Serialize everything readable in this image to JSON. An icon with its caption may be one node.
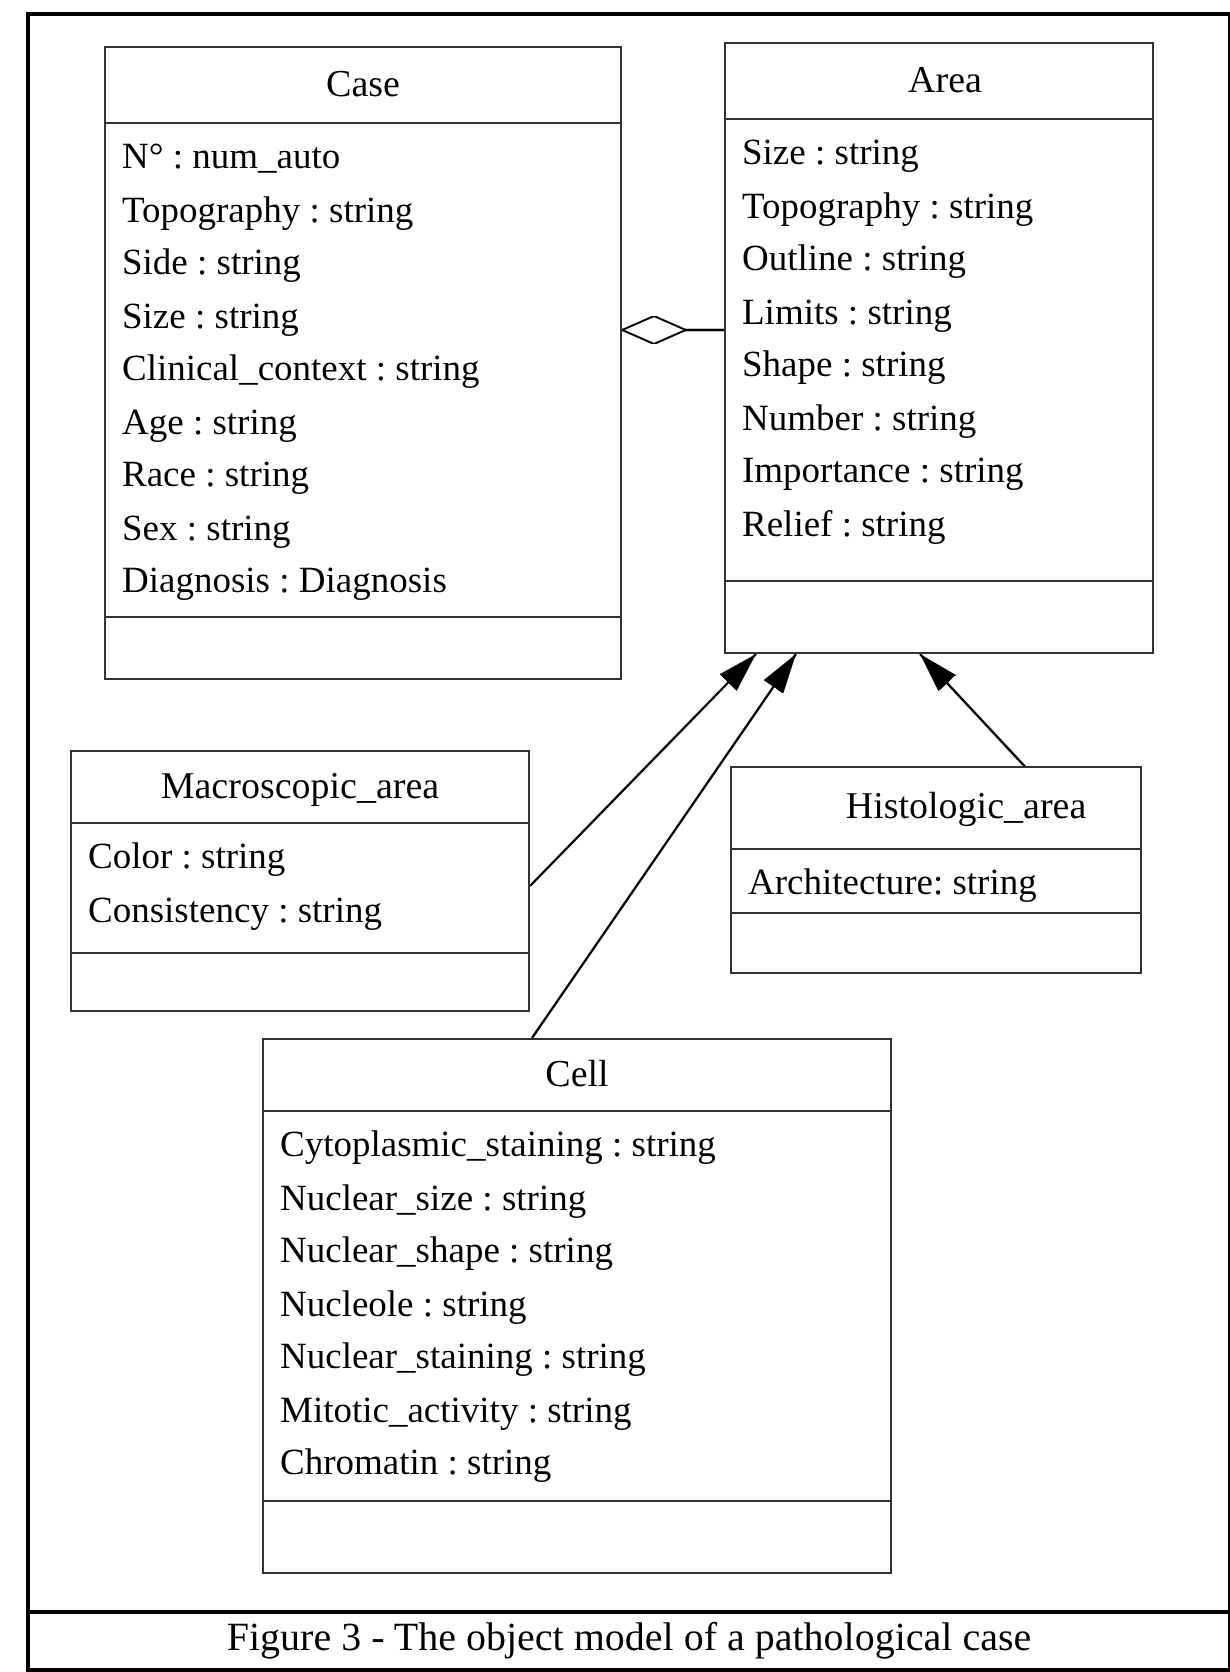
{
  "diagram": {
    "caption": "Figure 3 - The object model of a pathological case",
    "nodes": [
      {
        "text": [
          "Case",
          "N° : num_auto",
          "Topography : string",
          "Side : string",
          "Size : string",
          "Clinical_context : string",
          "Age : string",
          "Race : string",
          "Sex : string",
          "Diagnosis : Diagnosis"
        ]
      },
      {
        "text": [
          "Area",
          "Size : string",
          "Topography : string",
          "Outline : string",
          "Limits : string",
          "Shape : string",
          "Number : string",
          "Importance : string",
          "Relief : string"
        ]
      },
      {
        "text": [
          "Macroscopic_area",
          "Color : string",
          "Consistency : string"
        ]
      },
      {
        "text": [
          "Histologic_area",
          "Architecture: string"
        ]
      },
      {
        "text": [
          "Cell",
          "Cytoplasmic_staining : string",
          "Nuclear_size : string",
          "Nuclear_shape : string",
          "Nucleole : string",
          "Nuclear_staining : string",
          "Mitotic_activity : string",
          "Chromatin : string"
        ]
      }
    ],
    "edges": [
      {
        "from": 0,
        "to": 1,
        "arrow": "other"
      },
      {
        "from": 2,
        "to": 1,
        "arrow": "to"
      },
      {
        "from": 4,
        "to": 1,
        "arrow": "to"
      },
      {
        "from": 3,
        "to": 1,
        "arrow": "to"
      }
    ]
  }
}
